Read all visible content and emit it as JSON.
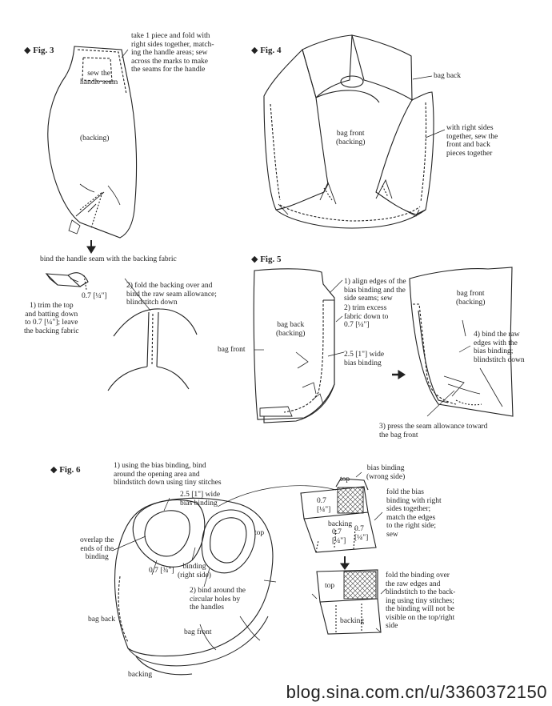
{
  "figures": {
    "fig3": {
      "title": "◆ Fig. 3",
      "fold_note": "take 1 piece and fold with\nright sides together, match-\ning the handle areas; sew\nacross the marks to make\nthe seams for the handle",
      "sew_handle": "sew the\nhandle seam",
      "backing": "(backing)",
      "bind_handle": "bind the handle seam with the backing fabric",
      "measure": "0.7 [¼\"]",
      "trim_note": "1) trim the top\nand batting down\nto 0.7 [¼\"]; leave\nthe backing fabric",
      "fold_backing": "2) fold the backing over and\nbind the raw seam allowance;\nblindstitch down"
    },
    "fig4": {
      "title": "◆ Fig. 4",
      "bag_back": "bag back",
      "bag_front": "bag front\n(backing)",
      "sew_note": "with right sides\ntogether, sew the\nfront and back\npieces together"
    },
    "fig5": {
      "title": "◆ Fig. 5",
      "bag_back": "bag back\n(backing)",
      "bag_front_left": "bag front",
      "align_note": "1) align edges of the\nbias binding and the\nside seams; sew",
      "trim_note": "2) trim excess\nfabric down to\n0.7 [¼\"]",
      "bias_note": "2.5 [1\"] wide\nbias binding",
      "bag_front_right": "bag front\n(backing)",
      "bind_note": "4) bind the raw\nedges with the\nbias binding;\nblindstitch down",
      "press_note": "3) press the seam allowance toward\nthe bag front"
    },
    "fig6": {
      "title": "◆ Fig. 6",
      "bias_bind_note": "1) using the bias binding, bind\naround the opening area and\nblindstitch down using tiny stitches",
      "wide_bias": "2.5 [1\"] wide\nbias binding",
      "top": "top",
      "overlap_note": "overlap the\nends of the\nbinding",
      "measure": "0.7 [¾\"]",
      "binding_right": "binding\n(right side)",
      "bind_holes": "2) bind around the\ncircular holes by\nthe handles",
      "bag_back": "bag back",
      "bag_front": "bag front",
      "backing": "backing",
      "inset_bias": "bias binding\n(wrong side)",
      "inset_top": "top",
      "inset_measure_left": "0.7\n[¼\"]",
      "inset_backing": "backing",
      "inset_measure_a": "0.7\n[¼\"]",
      "inset_measure_b": "0.7\n[¼\"]",
      "fold_note": "fold the bias\nbinding with right\nsides together;\nmatch the edges\nto the right side;\nsew",
      "inset2_top": "top",
      "inset2_backing": "backing",
      "fold_over_note": "fold the binding over\nthe raw edges and\nblindstitch to the back-\ning using tiny stitches;\nthe binding will not be\nvisible on the top/right\nside"
    }
  },
  "watermark": "blog.sina.com.cn/u/3360372150"
}
